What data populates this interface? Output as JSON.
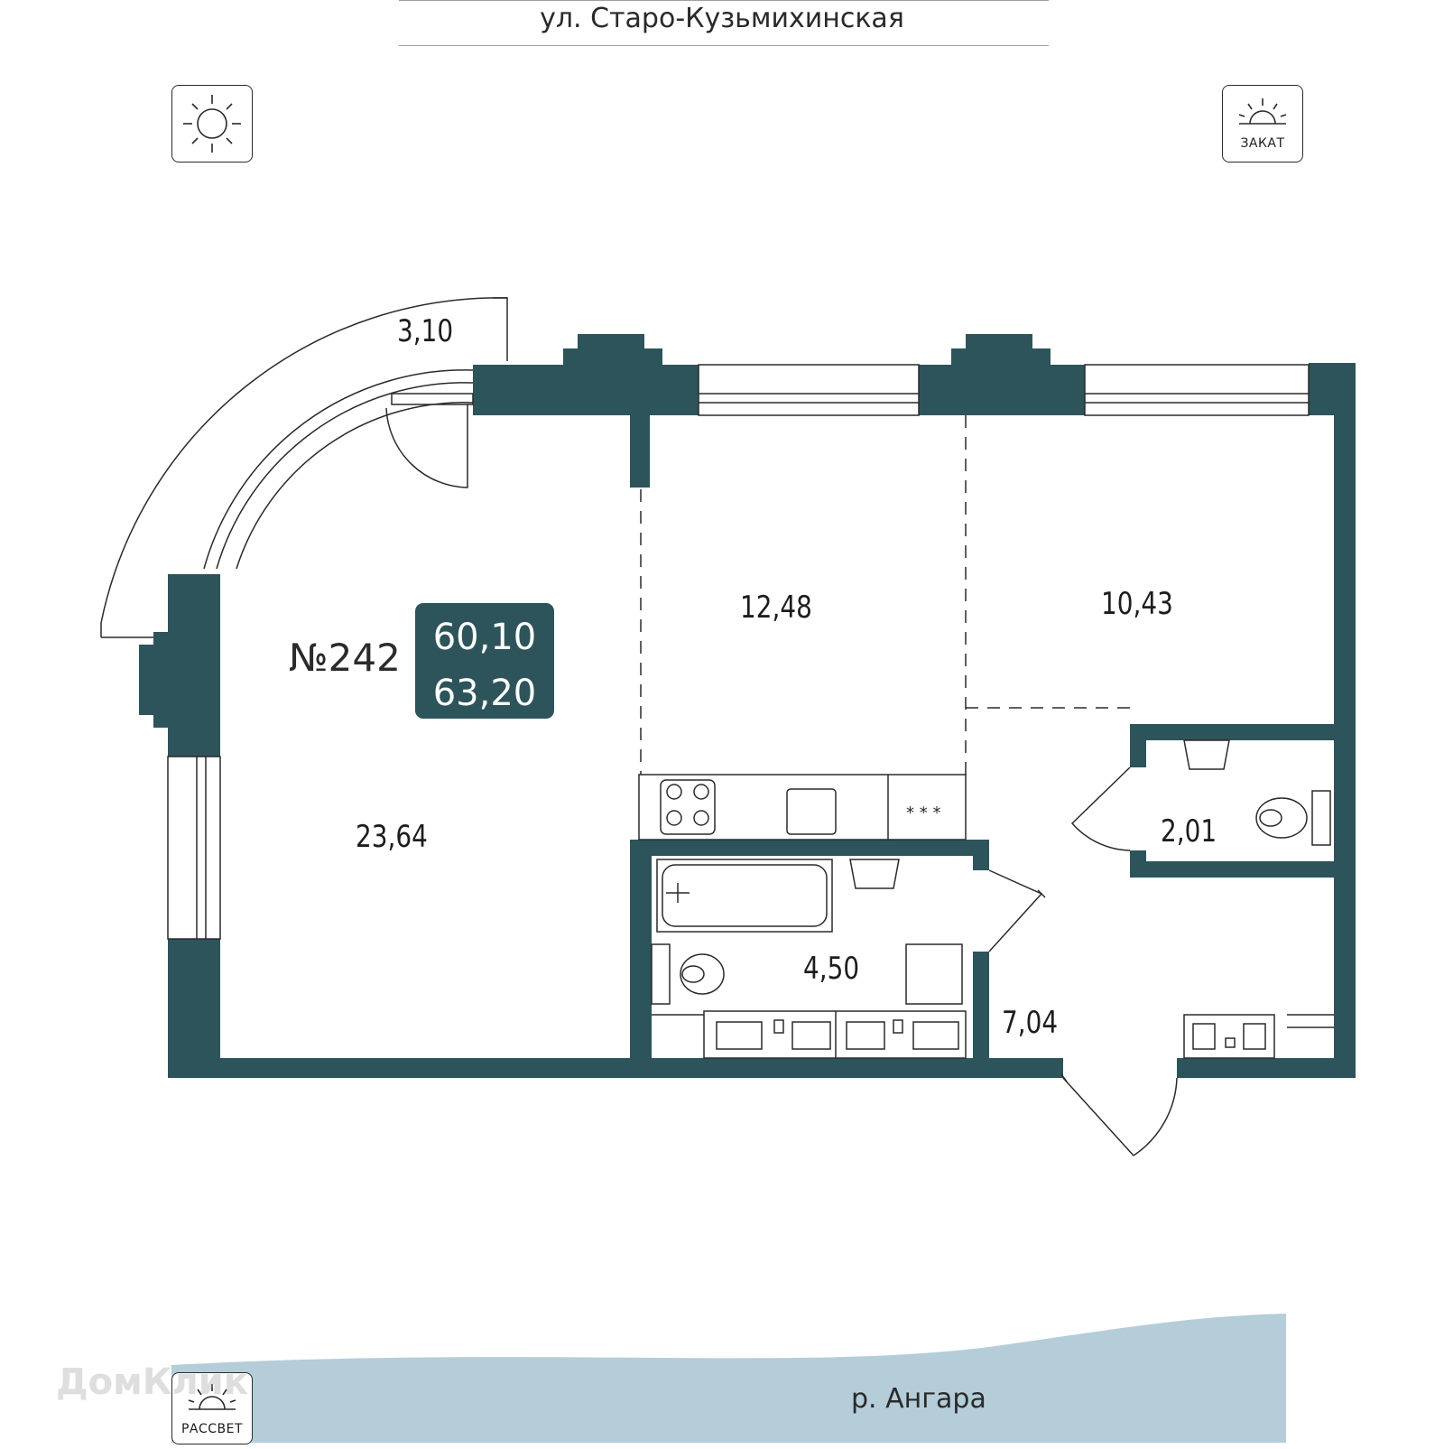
{
  "header": {
    "street": "ул. Старо-Кузьмихинская"
  },
  "apartment": {
    "number": "№242",
    "area_living": "60,10",
    "area_total": "63,20"
  },
  "rooms": {
    "living_room": "23,64",
    "kitchen": "12,48",
    "bedroom": "10,43",
    "toilet": "2,01",
    "bathroom": "4,50",
    "hall": "7,04",
    "balcony": "3,10"
  },
  "orientation": {
    "sun_icon": "sun-icon",
    "sunset_label": "ЗАКАТ",
    "sunrise_label": "РАССВЕТ"
  },
  "footer": {
    "river": "р. Ангара",
    "watermark": "ДомКлик"
  },
  "colors": {
    "wall": "#2d545b",
    "river": "#b4cdd9",
    "line": "#2a2a2a"
  }
}
